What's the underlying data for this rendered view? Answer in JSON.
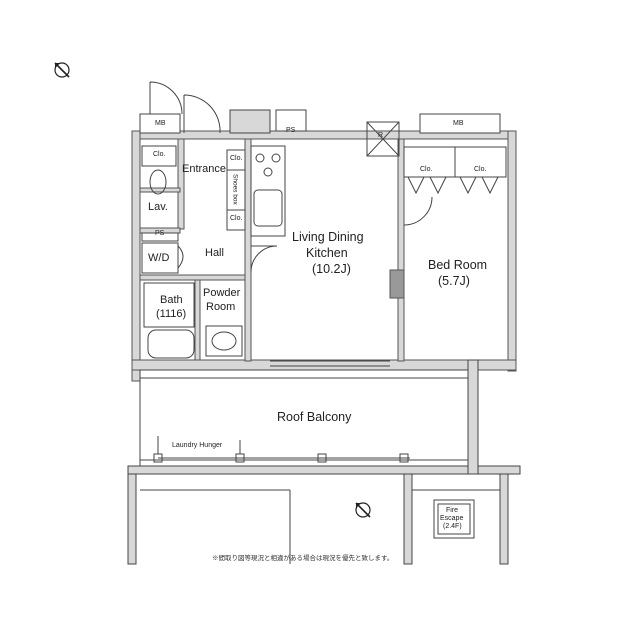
{
  "rooms": {
    "ldk_name_1": "Living Dining",
    "ldk_name_2": "Kitchen",
    "ldk_size": "(10.2J)",
    "bedroom_name": "Bed Room",
    "bedroom_size": "(5.7J)",
    "roof_balcony": "Roof Balcony",
    "entrance": "Entrance",
    "lav": "Lav.",
    "hall": "Hall",
    "wd": "W/D",
    "bath_name": "Bath",
    "bath_size": "(1116)",
    "powder_1": "Powder",
    "powder_2": "Room"
  },
  "small_labels": {
    "mb_left": "MB",
    "mb_right": "MB",
    "ps_top": "PS",
    "ps_left": "PS",
    "r_box": "R",
    "clo_lav": "Clo.",
    "clo_entrance_top": "Clo.",
    "clo_entrance_bottom": "Clo.",
    "shoes_box": "Shoes box",
    "clo_bed_left": "Clo.",
    "clo_bed_right": "Clo.",
    "laundry": "Laundry Hunger",
    "fire_1": "Fire",
    "fire_2": "Escape",
    "fire_3": "(2.4F)"
  },
  "note": "※間取り図等現況と相違がある場合は現況を優先と致します。",
  "icons": [
    "compass-icon-top",
    "compass-icon-balcony"
  ]
}
